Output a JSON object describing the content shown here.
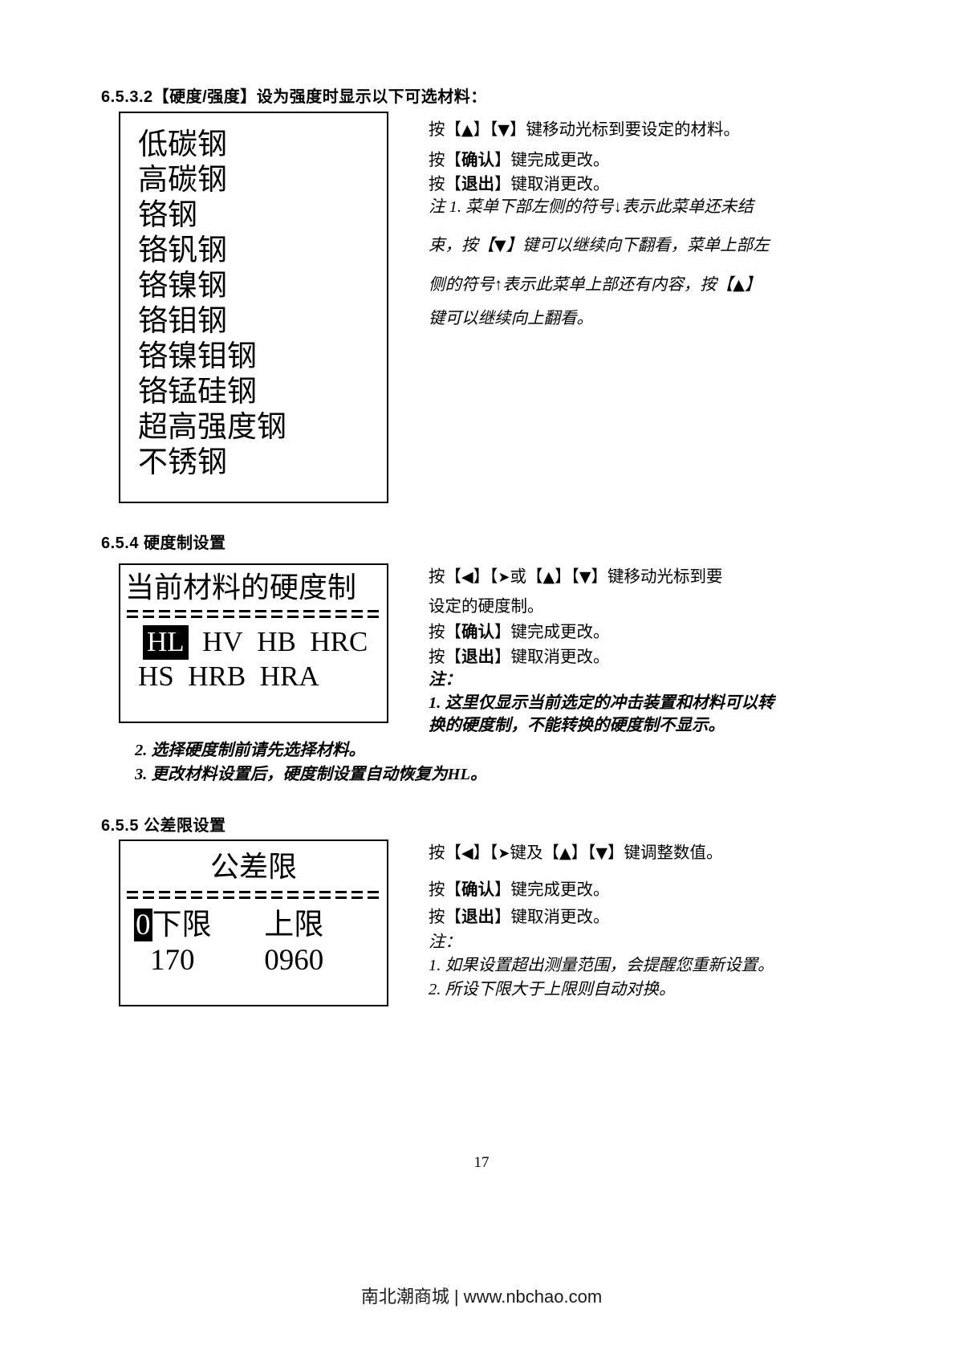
{
  "document": {
    "page_number": "17",
    "footer": "南北潮商城 | www.nbchao.com"
  },
  "sections": {
    "s6532": {
      "heading": "6.5.3.2【硬度/强度】设为强度时显示以下可选材料：",
      "material_list": [
        "低碳钢",
        "高碳钢",
        "铬钢",
        "铬钒钢",
        "铬镍钢",
        "铬钼钢",
        "铬镍钼钢",
        "铬锰硅钢",
        "超高强度钢",
        "不锈钢"
      ],
      "instructions": {
        "line1_a": "按【",
        "line1_icon_up": "▲",
        "line1_b": "】【",
        "line1_icon_down": "▼",
        "line1_c": "】键移动光标到要设定的材料。",
        "line2_a": "按【",
        "line2_key": "确认",
        "line2_b": "】键完成更改。",
        "line3_a": "按【",
        "line3_key": "退出",
        "line3_b": "】键取消更改。"
      },
      "notes": {
        "n1_a": "注 1.  菜单下部左侧的符号↓表示此菜单还未结",
        "n1_b_pre": "束，按【",
        "n1_b_icon": "▼",
        "n1_b_post": "】键可以继续向下翻看，菜单上部左",
        "n1_c_pre": "侧的符号↑表示此菜单上部还有内容，按【",
        "n1_c_icon": "▲",
        "n1_c_post": "】",
        "n1_d": "键可以继续向上翻看。"
      }
    },
    "s654": {
      "heading": "6.5.4 硬度制设置",
      "screen": {
        "title": "当前材料的硬度制",
        "row1": [
          "HL",
          "HV",
          "HB",
          "HRC"
        ],
        "row1_selected": "HL",
        "row2": [
          "HS",
          "HRB",
          "HRA"
        ]
      },
      "instructions": {
        "line1_a": "按【",
        "line1_icon_left": "◀",
        "line1_b": "】【",
        "line1_icon_right": "➤",
        "line1_c": "或【",
        "line1_icon_up": "▲",
        "line1_d": "】【",
        "line1_icon_down": "▼",
        "line1_e": "】键移动光标到要",
        "line2": "设定的硬度制。",
        "line3_a": "按【",
        "line3_key": "确认",
        "line3_b": "】键完成更改。",
        "line4_a": "按【",
        "line4_key": "退出",
        "line4_b": "】键取消更改。"
      },
      "notes": {
        "label": "注：",
        "n1_a": "1. 这里仅显示当前选定的冲击装置和材料可以转",
        "n1_b": "换的硬度制，不能转换的硬度制不显示。",
        "n2": "2. 选择硬度制前请先选择材料。",
        "n3": "3. 更改材料设置后，硬度制设置自动恢复为HL。"
      }
    },
    "s655": {
      "heading": "6.5.5 公差限设置",
      "screen": {
        "title": "公差限",
        "lower_label": "下限",
        "upper_label": "上限",
        "lower_value": "170",
        "lower_cursor_char": "0",
        "upper_value": "0960"
      },
      "instructions": {
        "line1_a": "按【",
        "line1_icon_left": "◀",
        "line1_b": "】【",
        "line1_icon_right": "➤",
        "line1_c": "键及【",
        "line1_icon_up": "▲",
        "line1_d": "】【",
        "line1_icon_down": "▼",
        "line1_e": "】键调整数值。",
        "line2_a": "按【",
        "line2_key": "确认",
        "line2_b": "】键完成更改。",
        "line3_a": "按【",
        "line3_key": "退出",
        "line3_b": "】键取消更改。"
      },
      "notes": {
        "label": "注：",
        "n1": "1. 如果设置超出测量范围，会提醒您重新设置。",
        "n2": "2. 所设下限大于上限则自动对换。"
      }
    }
  }
}
